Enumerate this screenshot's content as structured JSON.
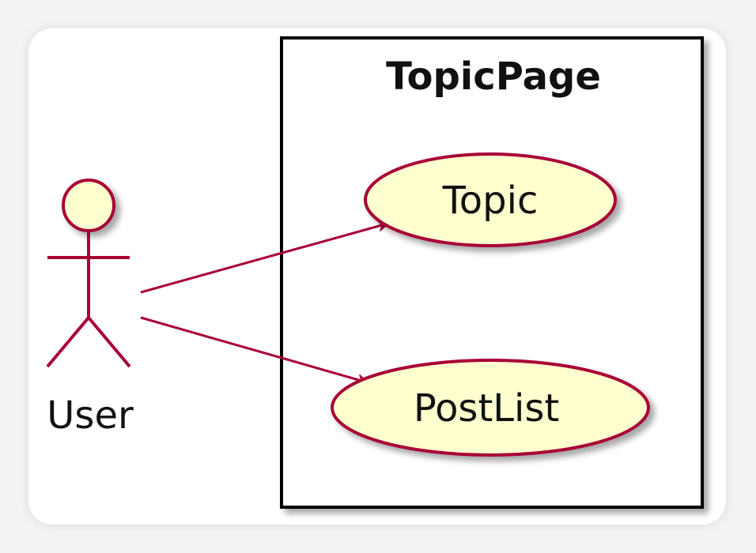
{
  "diagram": {
    "system": {
      "name": "TopicPage"
    },
    "actor": {
      "name": "User"
    },
    "use_cases": [
      {
        "name": "Topic"
      },
      {
        "name": "PostList"
      }
    ],
    "associations": [
      {
        "from": "User",
        "to": "Topic"
      },
      {
        "from": "User",
        "to": "PostList"
      }
    ]
  },
  "colors": {
    "stroke": "#A80036",
    "fill": "#FEFECE",
    "boundary": "#000000",
    "text": "#111111"
  }
}
